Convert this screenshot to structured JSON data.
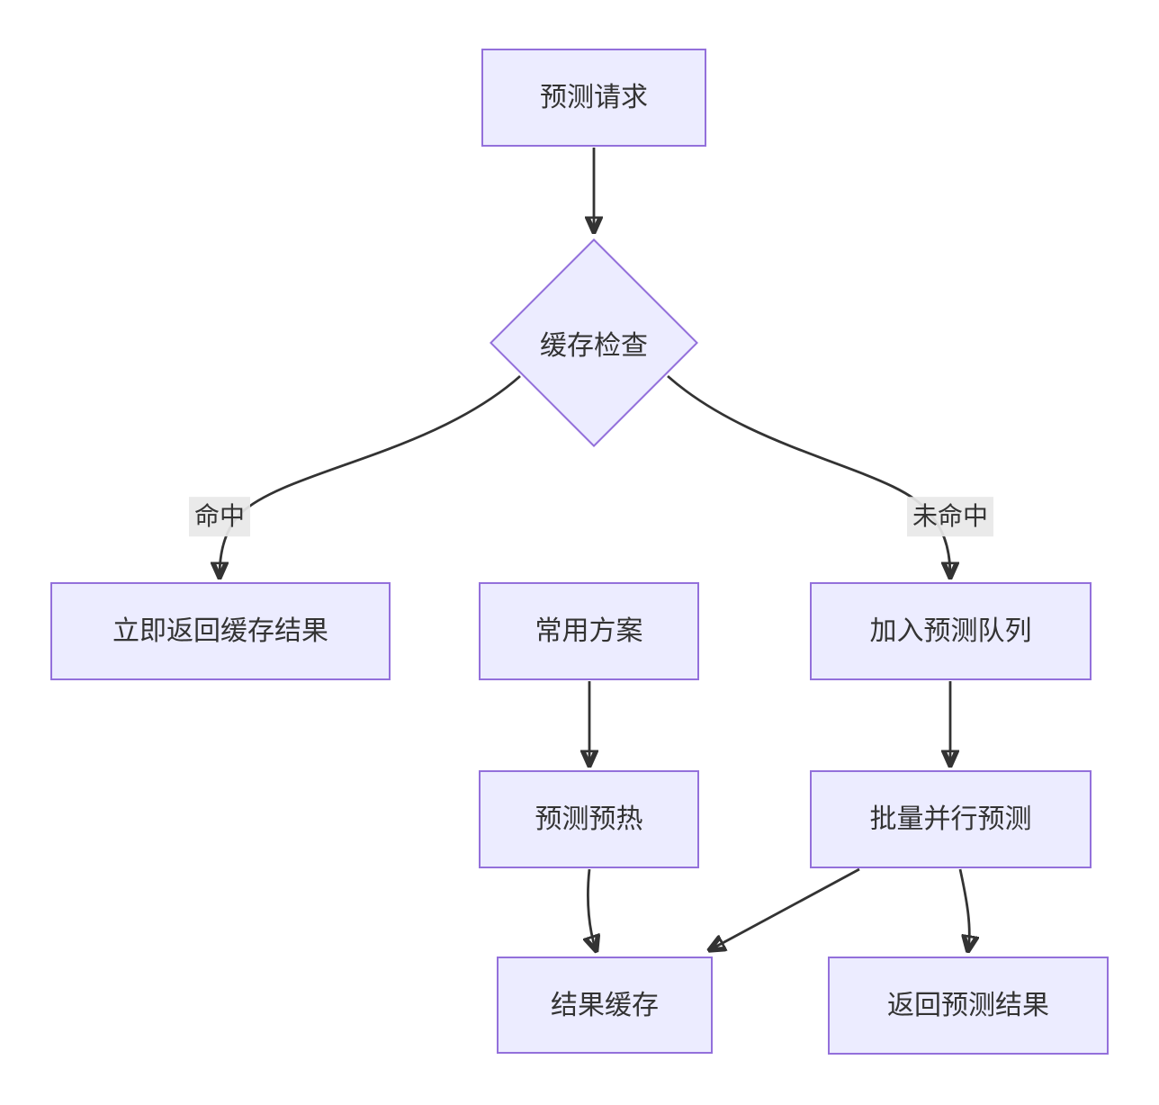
{
  "diagram": {
    "type": "flowchart",
    "direction": "top-down",
    "colors": {
      "node_fill": "#ECECFF",
      "node_border": "#9370DB",
      "edge_line": "#333333",
      "text": "#333333",
      "edge_label_bg": "#e8e8e8",
      "background": "#ffffff"
    },
    "nodes": [
      {
        "id": "prediction-request",
        "shape": "rect",
        "label": "预测请求"
      },
      {
        "id": "cache-check",
        "shape": "diamond",
        "label": "缓存检查"
      },
      {
        "id": "return-cached-result",
        "shape": "rect",
        "label": "立即返回缓存结果"
      },
      {
        "id": "common-plan",
        "shape": "rect",
        "label": "常用方案"
      },
      {
        "id": "join-prediction-queue",
        "shape": "rect",
        "label": "加入预测队列"
      },
      {
        "id": "prediction-warmup",
        "shape": "rect",
        "label": "预测预热"
      },
      {
        "id": "batch-parallel-prediction",
        "shape": "rect",
        "label": "批量并行预测"
      },
      {
        "id": "result-cache",
        "shape": "rect",
        "label": "结果缓存"
      },
      {
        "id": "return-prediction-result",
        "shape": "rect",
        "label": "返回预测结果"
      }
    ],
    "edges": [
      {
        "from": "prediction-request",
        "to": "cache-check",
        "label": ""
      },
      {
        "from": "cache-check",
        "to": "return-cached-result",
        "label": "命中"
      },
      {
        "from": "cache-check",
        "to": "join-prediction-queue",
        "label": "未命中"
      },
      {
        "from": "common-plan",
        "to": "prediction-warmup",
        "label": ""
      },
      {
        "from": "join-prediction-queue",
        "to": "batch-parallel-prediction",
        "label": ""
      },
      {
        "from": "prediction-warmup",
        "to": "result-cache",
        "label": ""
      },
      {
        "from": "batch-parallel-prediction",
        "to": "result-cache",
        "label": ""
      },
      {
        "from": "batch-parallel-prediction",
        "to": "return-prediction-result",
        "label": ""
      }
    ]
  }
}
